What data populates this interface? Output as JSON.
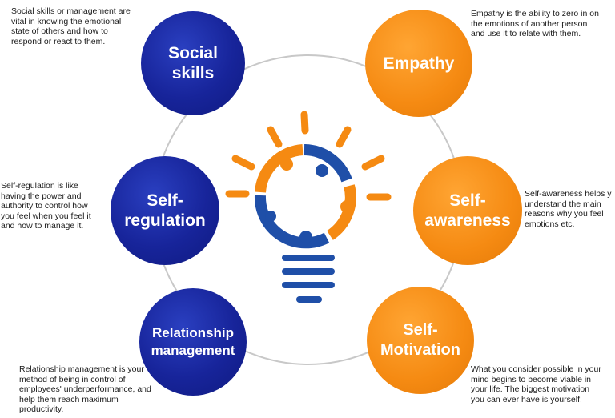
{
  "nodes": {
    "social_skills": {
      "label": "Social\nskills",
      "color": "#17249a"
    },
    "empathy": {
      "label": "Empathy",
      "color": "#f58a12"
    },
    "self_regulation": {
      "label": "Self-\nregulation",
      "color": "#17249a"
    },
    "self_awareness": {
      "label": "Self-\nawareness",
      "color": "#f58a12"
    },
    "relationship_management": {
      "label": "Relationship\nmanagement",
      "color": "#17249a"
    },
    "self_motivation": {
      "label": "Self-\nMotivation",
      "color": "#f58a12"
    }
  },
  "descriptions": {
    "social_skills": "Social skills or management are\nvital in knowing the emotional\nstate of others and how to\nrespond or react to them.",
    "empathy": "Empathy is the ability to zero in on\nthe emotions of another person\nand use it to relate with them.",
    "self_regulation": "Self-regulation is like\nhaving the power and\nauthority to control how\nyou feel when you feel it\nand how to manage it.",
    "self_awareness": "Self-awareness helps y\nunderstand the main\nreasons why you feel\nemotions etc.",
    "relationship_management": "Relationship management is your\nmethod of being in control of\nemployees' underperformance, and\nhelp them reach maximum\nproductivity.",
    "self_motivation": "What you consider possible in your\nmind begins to become viable in\nyour life. The biggest motivation\nyou can ever have is yourself."
  },
  "colors": {
    "blue": "#17249a",
    "orange": "#f58a12",
    "ring": "#c8c8c8",
    "bulb_blue": "#1f4fa8"
  },
  "icons": {
    "center": "lightbulb-puzzle-icon"
  }
}
